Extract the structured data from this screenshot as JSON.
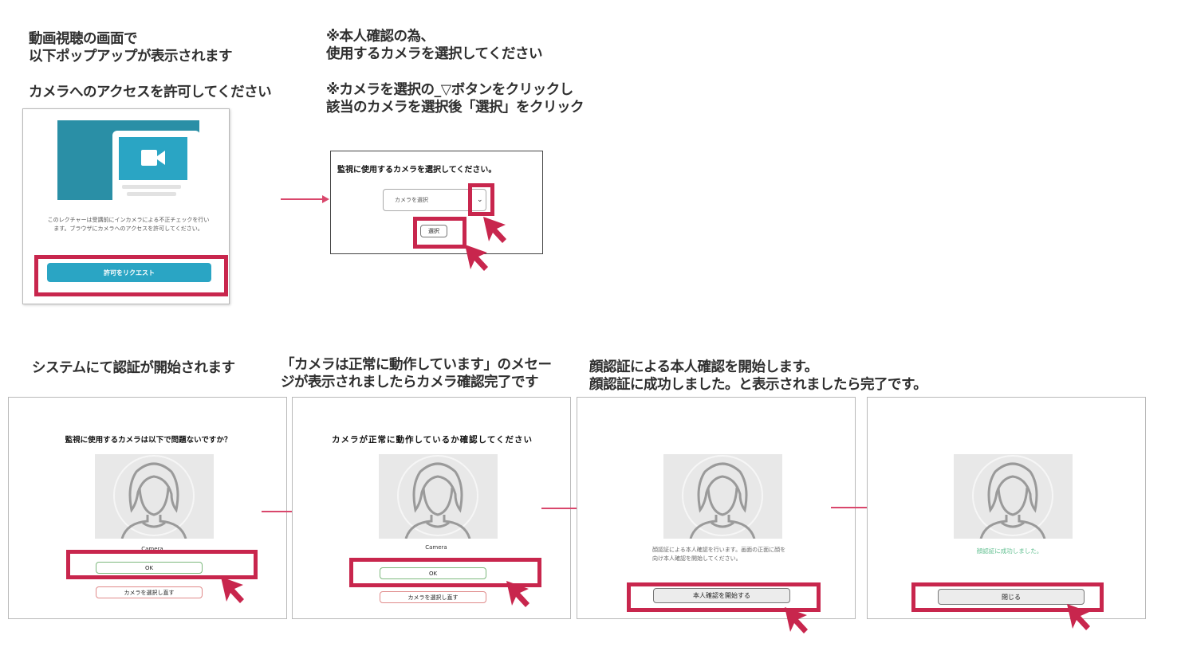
{
  "colors": {
    "highlight": "#c8264d",
    "teal": "#2aa5c4",
    "arrow": "#d9476c"
  },
  "captions": {
    "step1a": "動画視聴の画面で\n以下ポップアップが表示されます",
    "step1b": "カメラへのアクセスを許可してください",
    "step2a": "※本人確認の為、\n使用するカメラを選択してください",
    "step2b": "※カメラを選択の_▽ボタンをクリックし\n該当のカメラを選択後「選択」をクリック",
    "step3": "システムにて認証が開始されます",
    "step4": "「カメラは正常に動作しています」のメセー\nジが表示されましたらカメラ確認完了です",
    "step5": "顔認証による本人確認を開始します。\n顔認証に成功しました。と表示されましたら完了です。"
  },
  "popup1": {
    "message": "このレクチャーは受講前にインカメラによる不正チェックを行います。ブラウザにカメラへのアクセスを許可してください。",
    "button": "許可をリクエスト"
  },
  "popup2": {
    "title": "監視に使用するカメラを選択してください。",
    "select_placeholder": "カメラを選択",
    "button": "選択"
  },
  "panel3": {
    "title": "監視に使用するカメラは以下で問題ないですか？",
    "camera_label": "Camera",
    "ok_button": "OK",
    "reselect_button": "カメラを選択し直す"
  },
  "panel4": {
    "title": "カメラが正常に動作しているか確認してください",
    "camera_label": "Camera",
    "ok_button": "OK",
    "reselect_button": "カメラを選択し直す"
  },
  "panel5": {
    "message": "顔認証による本人確認を行います。画面の正面に顔を向け本人確認を開始してください。",
    "button": "本人確認を開始する"
  },
  "panel6": {
    "message": "顔認証に成功しました。",
    "button": "閉じる"
  }
}
